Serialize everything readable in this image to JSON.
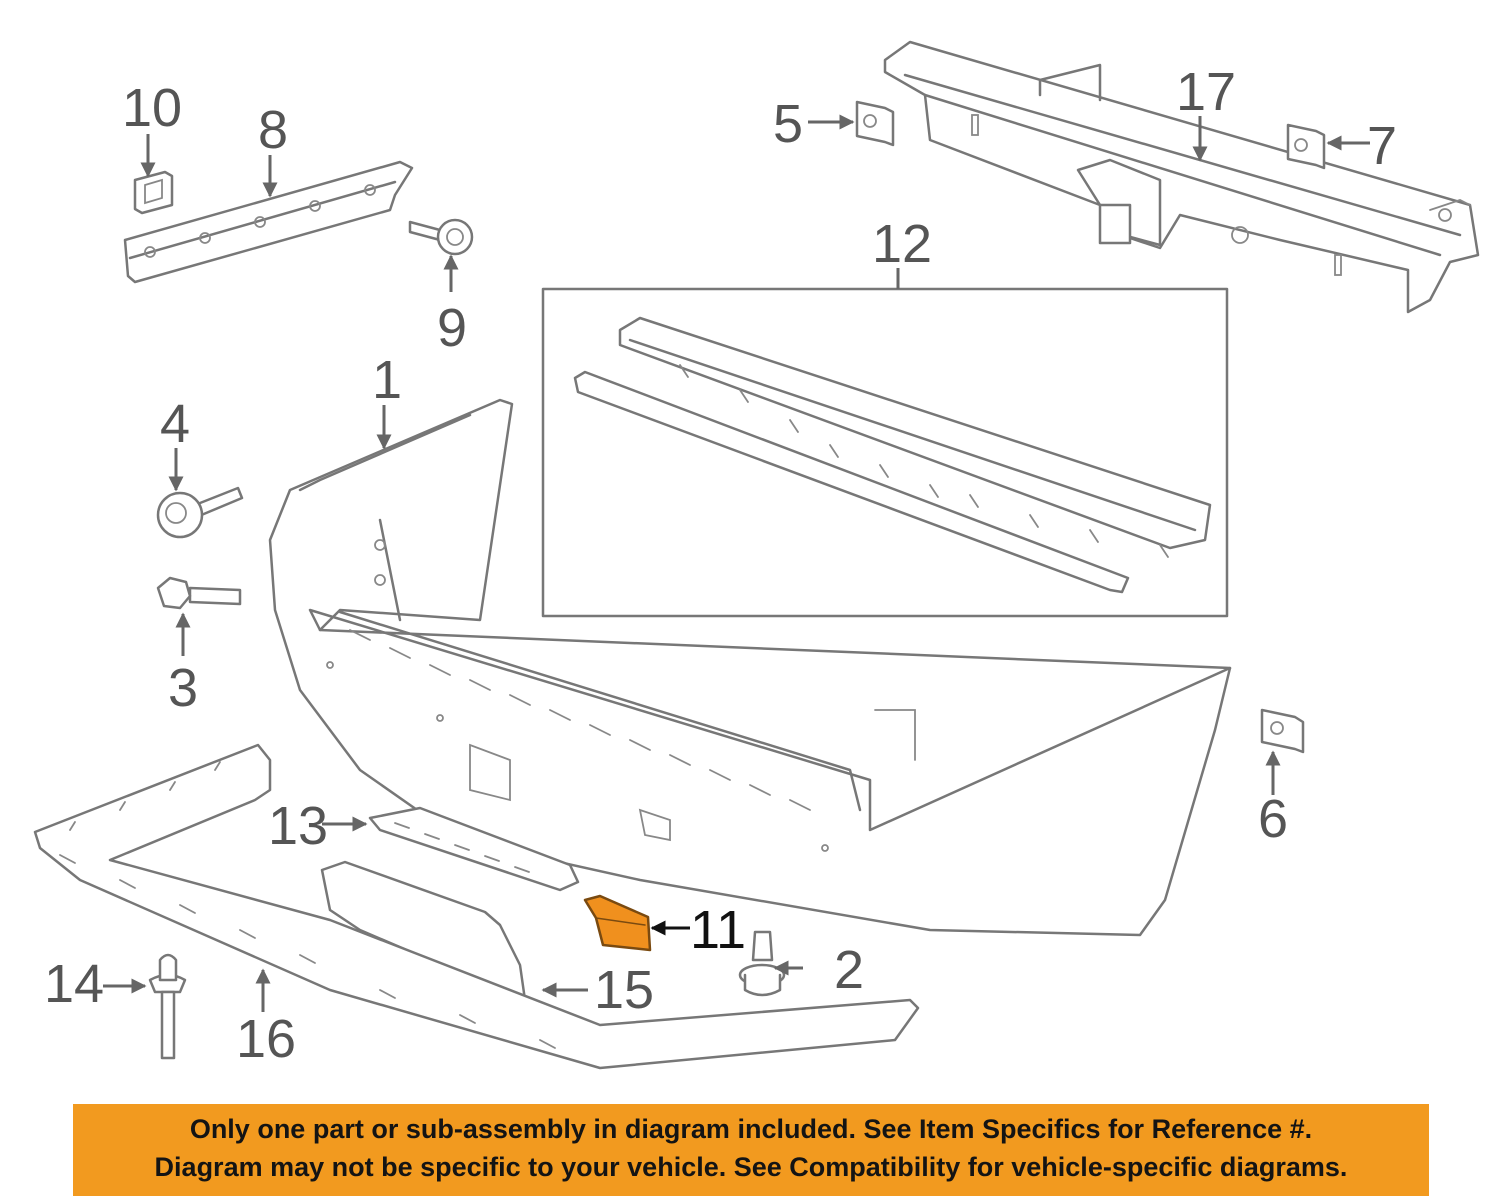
{
  "diagram": {
    "highlight_color": "#f0901e",
    "highlighted_part": "11",
    "callouts": {
      "c1": "1",
      "c2": "2",
      "c3": "3",
      "c4": "4",
      "c5": "5",
      "c6": "6",
      "c7": "7",
      "c8": "8",
      "c9": "9",
      "c10": "10",
      "c11": "11",
      "c12": "12",
      "c13": "13",
      "c14": "14",
      "c15": "15",
      "c16": "16",
      "c17": "17"
    }
  },
  "notice": {
    "background": "#f29a1f",
    "line1": "Only one part or sub-assembly in diagram included. See Item Specifics for Reference #.",
    "line2": "Diagram may not be specific to your vehicle. See Compatibility for vehicle-specific diagrams."
  }
}
